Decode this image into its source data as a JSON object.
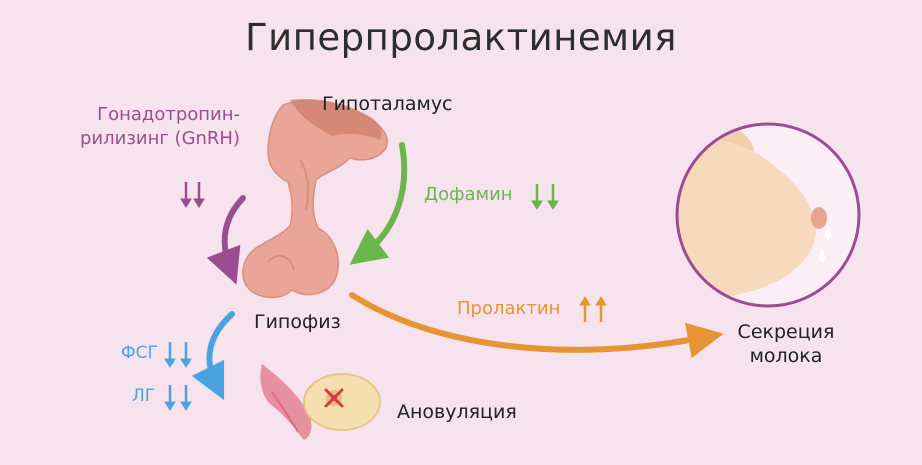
{
  "title": "Гиперпролактинемия",
  "labels": {
    "hypothalamus": "Гипоталамус",
    "gnrh": "Гонадотропин-рилизинг (GnRH)",
    "dopamine": "Дофамин",
    "pituitary": "Гипофиз",
    "prolactin": "Пролактин",
    "fsh": "ФСГ",
    "lh": "ЛГ",
    "anovulation": "Ановуляция",
    "milk_secretion": "Секреция молока"
  },
  "colors": {
    "background": "#f7e3ee",
    "gnrh": "#9b4d92",
    "dopamine": "#6ab64c",
    "prolactin": "#e79435",
    "fsh_lh": "#4aa3e0",
    "breast_circle": "#9b4d92",
    "gland": "#e9a597"
  },
  "indicators": {
    "gnrh": "down-down-arrows",
    "dopamine": "down-down-arrows",
    "prolactin": "up-up-arrows",
    "fsh": "down-down-arrows",
    "lh": "down-down-arrows"
  }
}
